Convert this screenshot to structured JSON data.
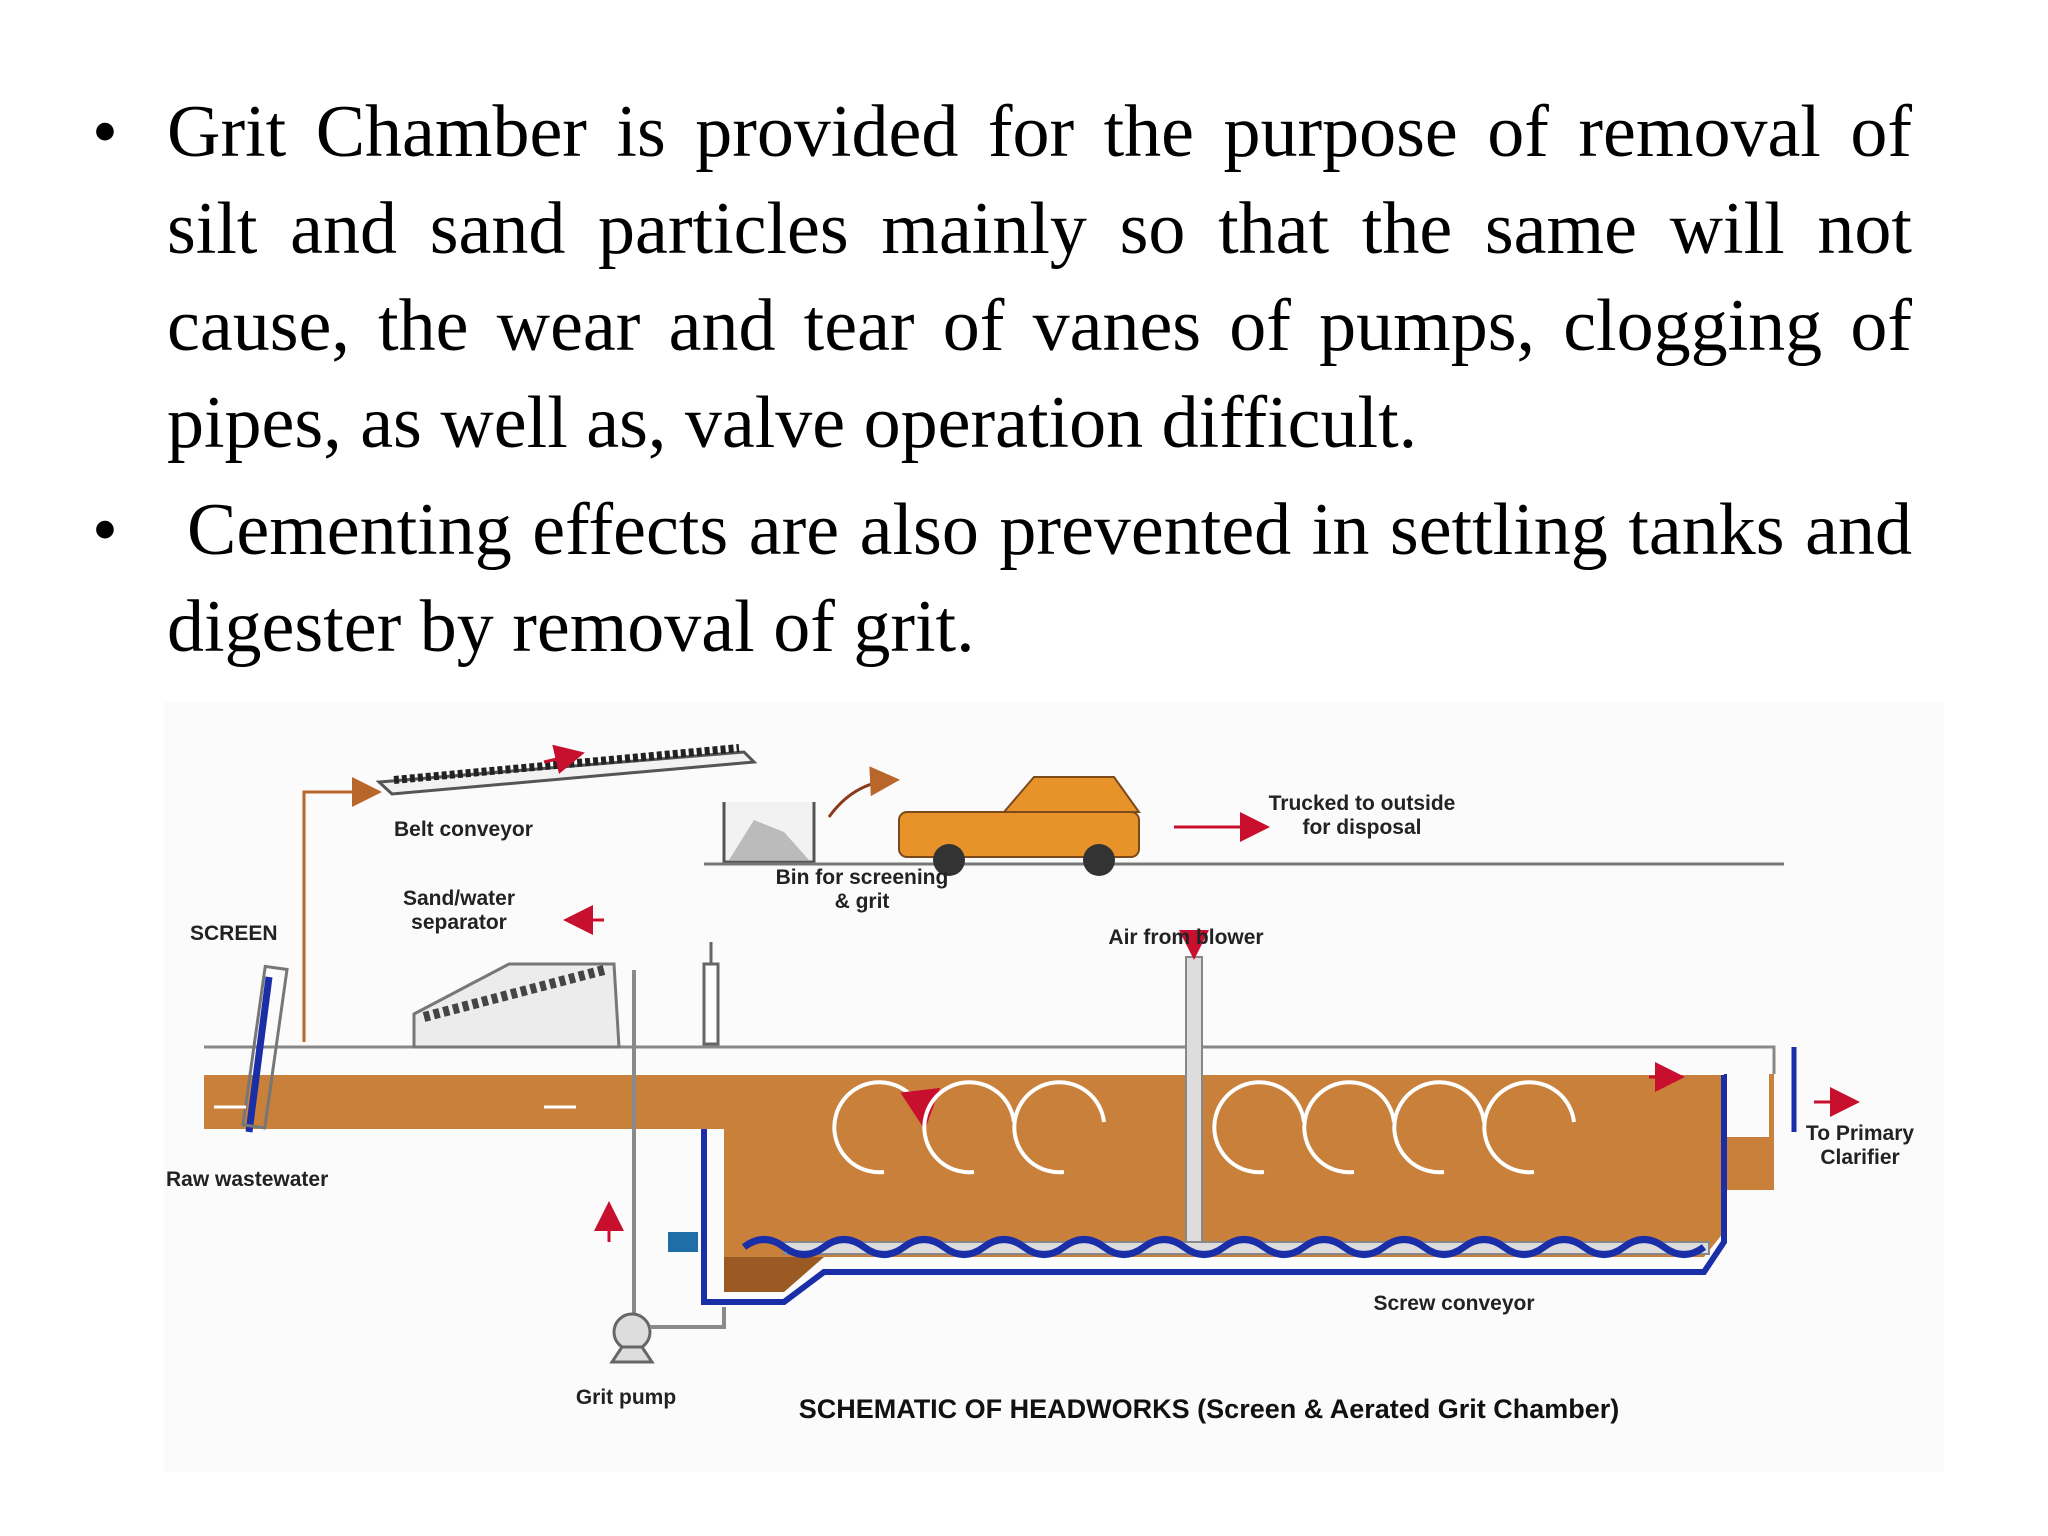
{
  "bullets": [
    {
      "marker": "•",
      "text": "Grit Chamber is provided for the purpose of removal of silt and sand particles mainly so that the same will not cause, the wear and tear of vanes of pumps, clogging of pipes, as well as, valve operation difficult."
    },
    {
      "marker": "•",
      "text": "Cementing effects are also prevented in settling tanks and digester by removal of grit."
    }
  ],
  "diagram": {
    "labels": {
      "belt_conveyor": "Belt conveyor",
      "bin": [
        "Bin for screening",
        "& grit"
      ],
      "trucked": [
        "Trucked to outside",
        "for disposal"
      ],
      "screen": "SCREEN",
      "sand_water": [
        "Sand/water",
        "separator"
      ],
      "air": "Air from blower",
      "raw": "Raw wastewater",
      "primary": [
        "To Primary",
        "Clarifier"
      ],
      "screw": "Screw conveyor",
      "pump": "Grit pump"
    },
    "caption": "SCHEMATIC OF HEADWORKS (Screen & Aerated Grit Chamber)",
    "colors": {
      "water": "#c8803a",
      "arrow": "#c8102e",
      "truck": "#e8922a",
      "screen_bar": "#1a2ea8",
      "pipe": "#8a8a8a"
    }
  }
}
